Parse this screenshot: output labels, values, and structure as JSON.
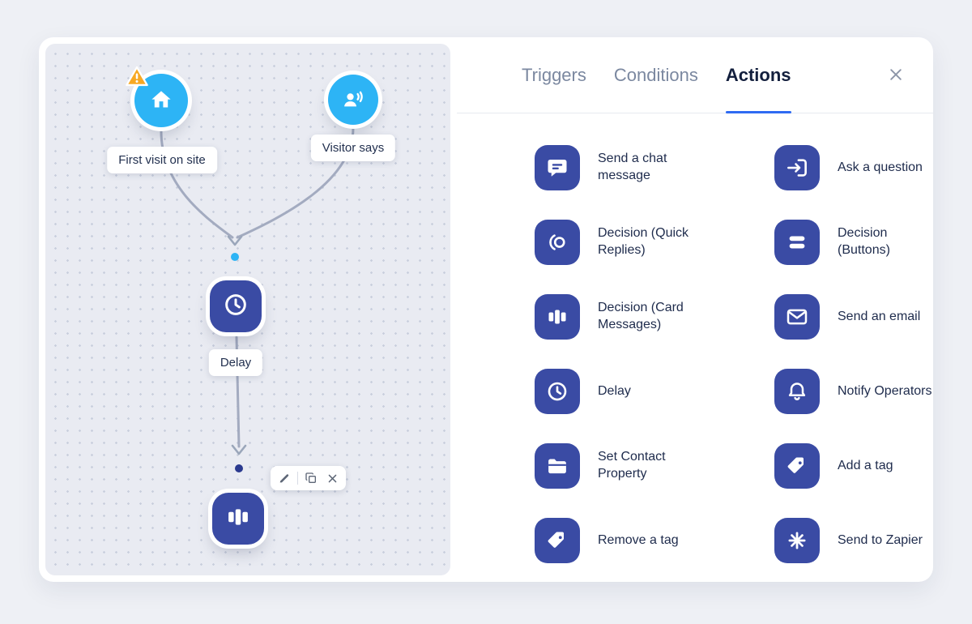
{
  "colors": {
    "accent-indigo": "#3a4ba4",
    "accent-cyan": "#2db4f5",
    "warning-orange": "#f7a823",
    "tab-underline": "#2f6bf2",
    "text-dark": "#1e2b4c",
    "text-muted": "#7b88a0",
    "canvas-bg": "#e9ebf2",
    "connector": "#a3abc0",
    "dot-navy": "#2b3a8f"
  },
  "panel": {
    "tabs": [
      {
        "label": "Triggers",
        "active": false
      },
      {
        "label": "Conditions",
        "active": false
      },
      {
        "label": "Actions",
        "active": true
      }
    ],
    "close_icon": "close-icon",
    "actions": [
      {
        "label": "Send a chat message",
        "icon": "chat-message-icon"
      },
      {
        "label": "Ask a question",
        "icon": "ask-question-icon"
      },
      {
        "label": "Decision (Quick Replies)",
        "icon": "decision-quick-replies-icon"
      },
      {
        "label": "Decision (Buttons)",
        "icon": "decision-buttons-icon"
      },
      {
        "label": "Decision (Card Messages)",
        "icon": "decision-card-messages-icon"
      },
      {
        "label": "Send an email",
        "icon": "send-email-icon"
      },
      {
        "label": "Delay",
        "icon": "delay-clock-icon"
      },
      {
        "label": "Notify Operators",
        "icon": "notify-operators-bell-icon"
      },
      {
        "label": "Set Contact Property",
        "icon": "set-contact-property-folder-icon"
      },
      {
        "label": "Add a tag",
        "icon": "add-tag-icon"
      },
      {
        "label": "Remove a tag",
        "icon": "remove-tag-icon"
      },
      {
        "label": "Send to Zapier",
        "icon": "zapier-icon"
      }
    ]
  },
  "canvas": {
    "nodes": [
      {
        "id": "first-visit",
        "label": "First visit on site",
        "icon": "home-icon",
        "badge": "warning-icon"
      },
      {
        "id": "visitor-says",
        "label": "Visitor says",
        "icon": "visitor-speaking-icon"
      },
      {
        "id": "delay",
        "label": "Delay",
        "icon": "clock-icon"
      },
      {
        "id": "card-message",
        "label": "",
        "icon": "card-messages-icon"
      }
    ],
    "toolbar": [
      "edit",
      "duplicate",
      "delete"
    ]
  }
}
